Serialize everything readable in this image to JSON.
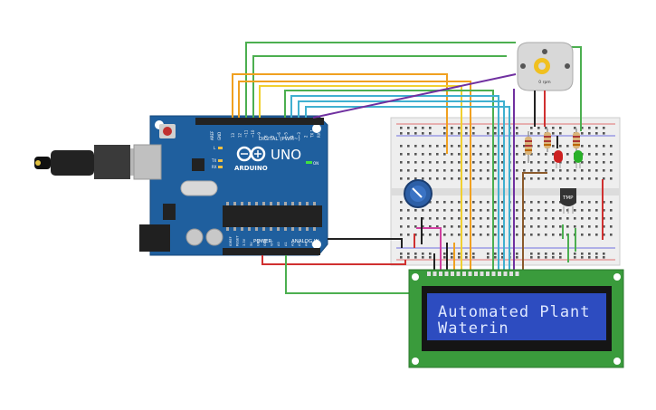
{
  "arduino": {
    "logo_text": "UNO",
    "brand_text": "ARDUINO",
    "aref_label": "AREF",
    "gnd_label": "GND",
    "digital_label": "DIGITAL (PWM~)",
    "power_label": "POWER",
    "analog_label": "ANALOG IN",
    "on_label": "ON",
    "tx_label": "TX",
    "rx_label": "RX",
    "l_label": "L",
    "pin_labels_digital": [
      "13",
      "12",
      "~11",
      "~10",
      "~9",
      "8",
      "7",
      "~6",
      "~5",
      "4",
      "~3",
      "2",
      "TX 1",
      "RX 0"
    ],
    "pin_labels_power": [
      "IOREF",
      "RESET",
      "3.3V",
      "5V",
      "GND",
      "GND",
      "Vin"
    ],
    "pin_labels_analog": [
      "A0",
      "A1",
      "A2",
      "A3",
      "A4",
      "A5"
    ]
  },
  "motor": {
    "speed_label": "0 rpm"
  },
  "sensor": {
    "label": "TMP"
  },
  "lcd": {
    "line1": "Automated Plant",
    "line2": "Waterin"
  },
  "colors": {
    "board": "#1f5f9e",
    "breadboard": "#eeeeee",
    "lcd_pcb": "#3a9b3c",
    "lcd_screen": "#2d4cc0",
    "wire_green": "#4caf50",
    "wire_orange": "#f0a020",
    "wire_yellow": "#f0d030",
    "wire_cyan": "#40b0d0",
    "wire_purple": "#7030a0",
    "wire_red": "#d03030",
    "wire_brown": "#8b5a2b",
    "wire_pink": "#d040a0",
    "wire_black": "#222222"
  }
}
